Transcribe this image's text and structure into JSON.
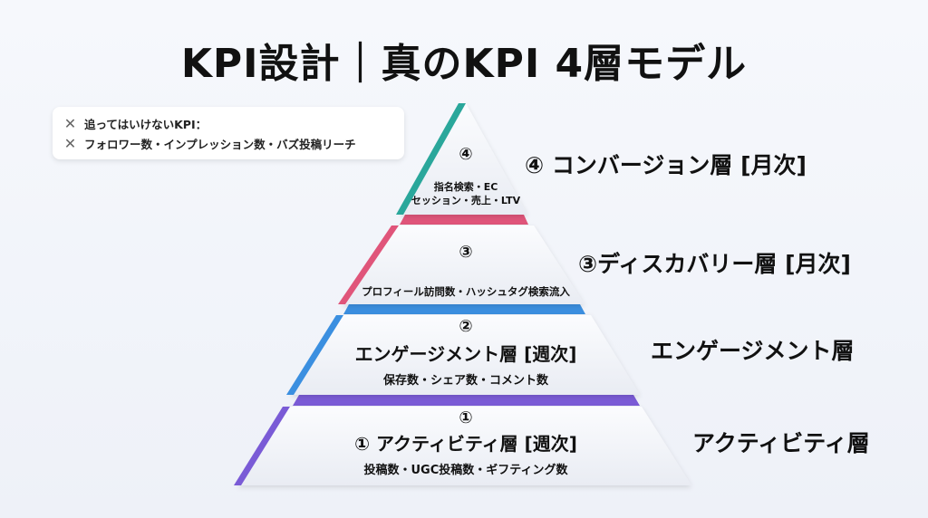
{
  "title": "KPI設計｜真のKPI 4層モデル",
  "note": {
    "lines": [
      "追ってはいけないKPI：",
      "フォロワー数・インプレッション数・バズ投稿リーチ"
    ],
    "icon": "x-mark-icon"
  },
  "layers": [
    {
      "num": "④",
      "name": "",
      "metrics_1": "指名検索・EC",
      "metrics_2": "セッション・売上・LTV",
      "side_label": "④ コンバージョン層 [月次]",
      "color": "#2aa79b"
    },
    {
      "num": "③",
      "name": "",
      "metrics_1": "プロフィール訪問数・ハッシュタグ検索流入",
      "metrics_2": "",
      "side_label": "③ディスカバリー層 [月次]",
      "color": "#e0557a"
    },
    {
      "num": "②",
      "name": "エンゲージメント層 [週次]",
      "metrics_1": "保存数・シェア数・コメント数",
      "metrics_2": "",
      "side_label": "エンゲージメント層",
      "color": "#3b8fe0"
    },
    {
      "num": "①",
      "name": "① アクティビティ層 [週次]",
      "metrics_1": "投稿数・UGC投稿数・ギフティング数",
      "metrics_2": "",
      "side_label": "アクティビティ層",
      "color": "#7a5bd6"
    }
  ]
}
